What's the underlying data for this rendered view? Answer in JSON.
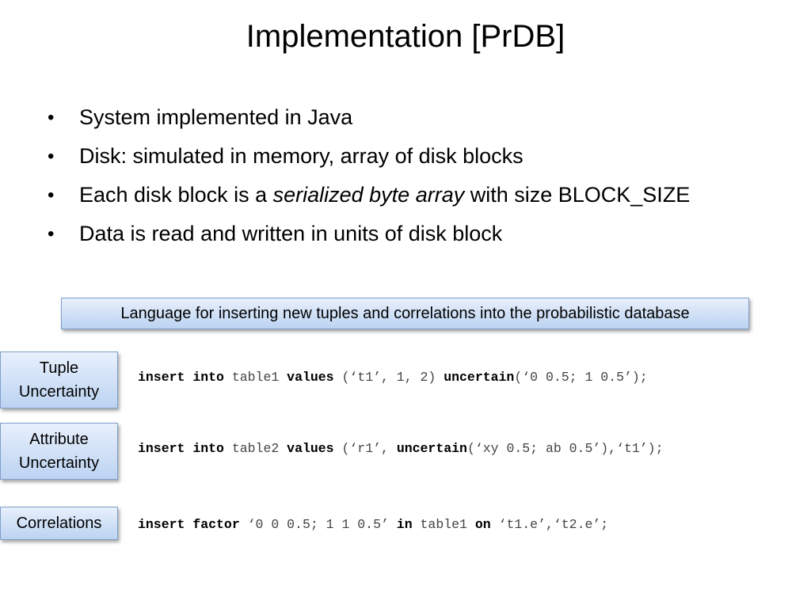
{
  "slide": {
    "title": "Implementation [PrDB]",
    "bullets": [
      {
        "text": "System implemented in Java"
      },
      {
        "text": "Disk: simulated in memory, array of disk blocks"
      },
      {
        "pre": "Each disk block is a ",
        "em": "serialized byte array",
        "post": " with size BLOCK_SIZE"
      },
      {
        "text": "Data is read and written in units of disk block"
      }
    ],
    "bullet_glyph": "•",
    "language_box": "Language for inserting new tuples and correlations into the probabilistic database",
    "labels": {
      "tuple_line1": "Tuple",
      "tuple_line2": "Uncertainty",
      "attr_line1": "Attribute",
      "attr_line2": "Uncertainty",
      "correlations": "Correlations"
    },
    "code": {
      "line1": {
        "k1": "insert",
        "sp1": " ",
        "k2": "into",
        "sp2": " ",
        "t": "table1",
        "sp3": " ",
        "k3": "values",
        "rest1": " (‘t1’, 1, 2) ",
        "k4": "uncertain",
        "rest2": "(‘0 0.5; 1 0.5’);"
      },
      "line2": {
        "k1": "insert",
        "sp1": " ",
        "k2": "into",
        "sp2": " ",
        "t": "table2",
        "sp3": " ",
        "k3": "values",
        "rest1": " (‘r1’, ",
        "k4": "uncertain",
        "rest2": "(‘xy 0.5; ab 0.5’),‘t1’);"
      },
      "line3": {
        "k1": "insert",
        "sp1": " ",
        "k2": "factor",
        "rest1": " ‘0 0 0.5; 1 1 0.5’ ",
        "k3": "in",
        "sp2": " ",
        "t": "table1",
        "sp3": " ",
        "k4": "on",
        "rest2": " ‘t1.e’,‘t2.e’;"
      }
    }
  }
}
